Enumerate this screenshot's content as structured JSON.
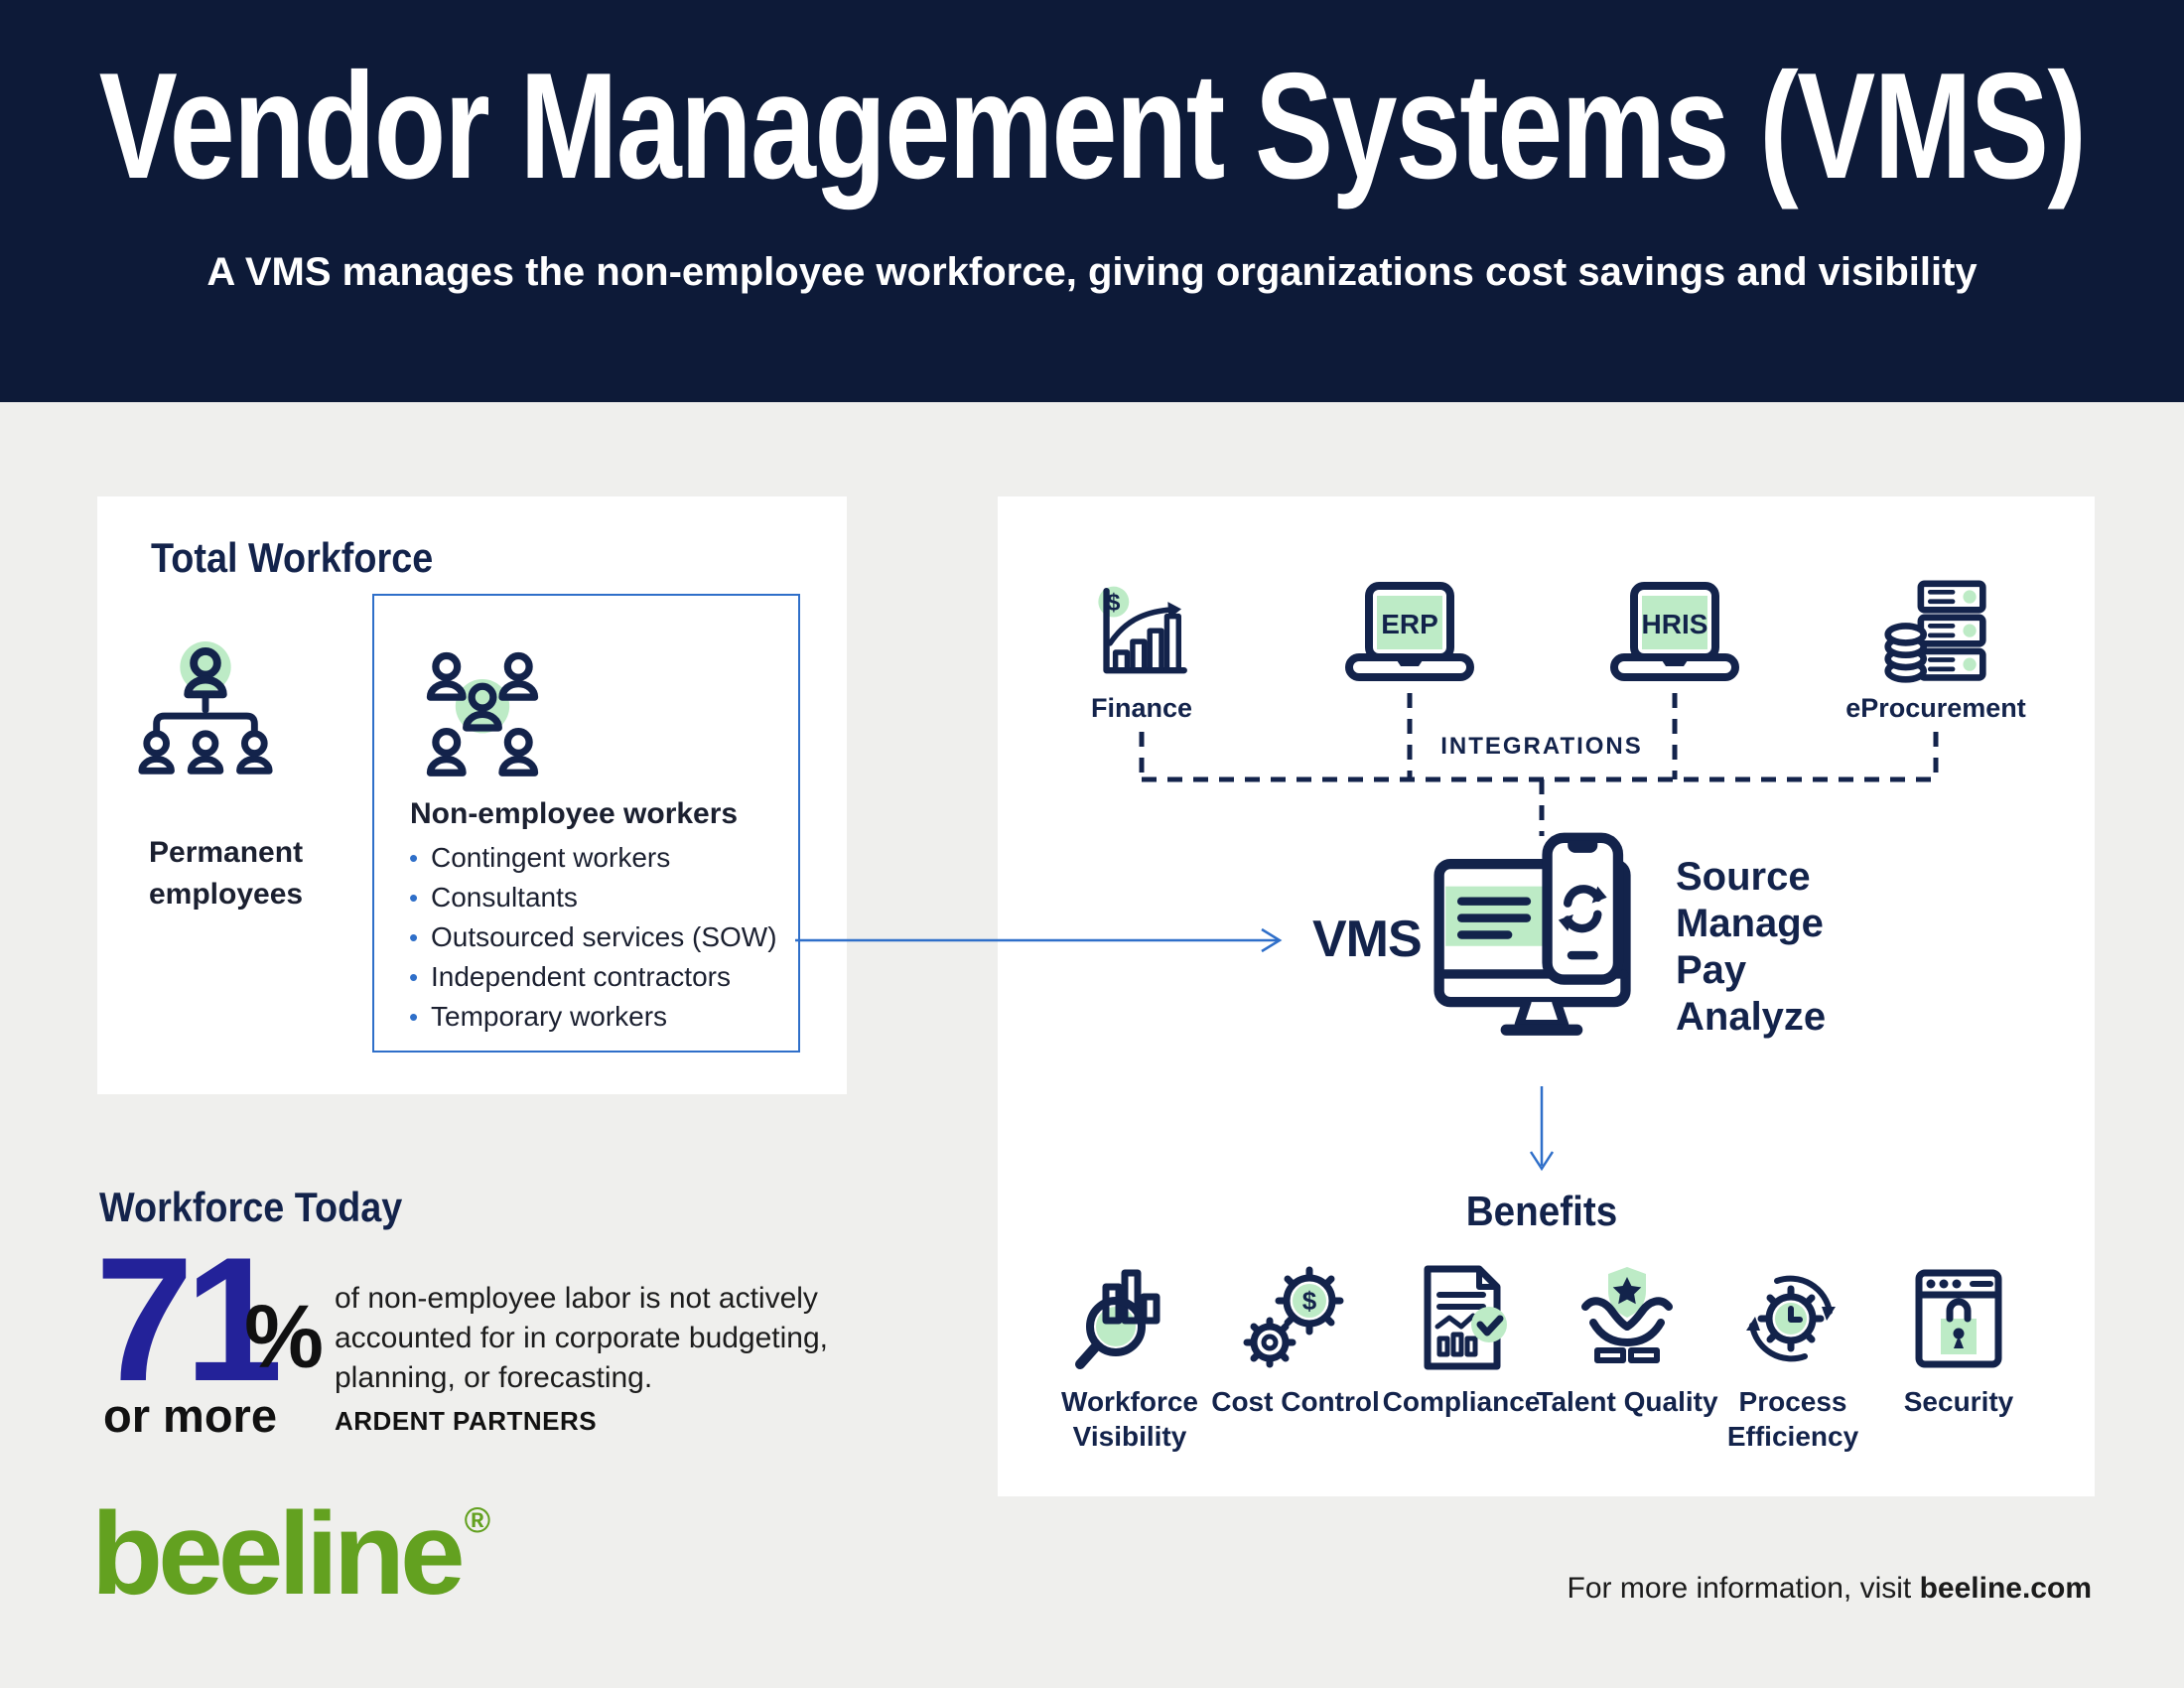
{
  "colors": {
    "header_bg": "#0D1A38",
    "page_bg": "#EFEFED",
    "card_bg": "#FFFFFF",
    "navy": "#13234B",
    "text_dark": "#1B2030",
    "mint": "#BDEBC6",
    "blue": "#2F6FC9",
    "indigo": "#232299",
    "green": "#63A120"
  },
  "header": {
    "title": "Vendor Management Systems (VMS)",
    "subtitle": "A VMS manages the non-employee workforce, giving organizations cost savings and visibility"
  },
  "total_workforce": {
    "heading": "Total Workforce",
    "permanent": {
      "label": "Permanent employees",
      "icon": "org-chart-icon"
    },
    "non_employee": {
      "title": "Non-employee workers",
      "icon": "people-group-icon",
      "items": [
        "Contingent workers",
        "Consultants",
        "Outsourced services (SOW)",
        "Independent contractors",
        "Temporary workers"
      ]
    }
  },
  "integrations": {
    "label": "INTEGRATIONS",
    "systems": [
      {
        "label": "Finance",
        "icon": "finance-chart-icon"
      },
      {
        "label": "ERP",
        "icon": "erp-laptop-icon"
      },
      {
        "label": "HRIS",
        "icon": "hris-laptop-icon"
      },
      {
        "label": "eProcurement",
        "icon": "eprocurement-servers-icon"
      }
    ]
  },
  "vms": {
    "label": "VMS",
    "icon": "vms-monitor-phone-icon",
    "functions": [
      "Source",
      "Manage",
      "Pay",
      "Analyze"
    ]
  },
  "benefits": {
    "heading": "Benefits",
    "items": [
      {
        "label": "Workforce Visibility",
        "icon": "magnifier-bars-icon"
      },
      {
        "label": "Cost Control",
        "icon": "gears-dollar-icon"
      },
      {
        "label": "Compliance",
        "icon": "document-check-icon"
      },
      {
        "label": "Talent Quality",
        "icon": "hands-star-icon"
      },
      {
        "label": "Process Efficiency",
        "icon": "gear-clock-icon"
      },
      {
        "label": "Security",
        "icon": "browser-lock-icon"
      }
    ]
  },
  "workforce_today": {
    "heading": "Workforce Today",
    "stat_value": "71",
    "stat_percent": "%",
    "stat_qualifier": "or more",
    "description": "of non-employee labor is not actively accounted for in corporate budgeting, planning, or forecasting.",
    "source": "ARDENT PARTNERS"
  },
  "footer": {
    "logo_text": "beeline",
    "logo_mark": "®",
    "note_prefix": "For more information, visit ",
    "note_bold": "beeline.com"
  }
}
